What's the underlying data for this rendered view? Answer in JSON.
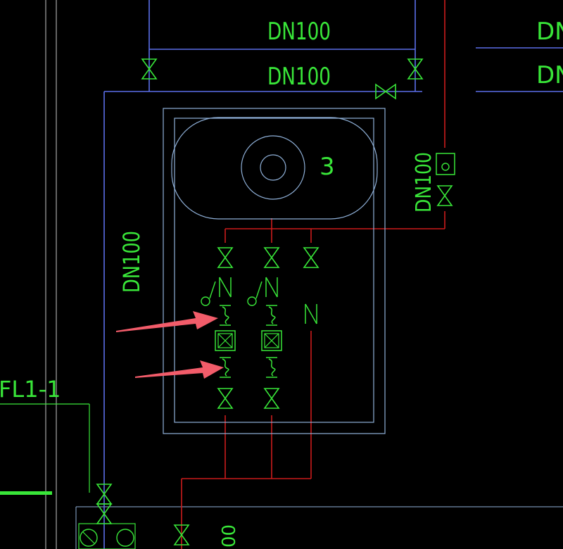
{
  "drawing": {
    "background": "#000000",
    "colors": {
      "blue_pipe": "#5b6ee8",
      "red_pipe": "#cc1b1b",
      "green_symbol": "#39e639",
      "outline": "#8fb0d8",
      "grid_line": "#c9c9c9",
      "arrow": "#f25c6a"
    },
    "labels": {
      "pipe_top_upper": "DN100",
      "pipe_top_lower": "DN100",
      "pipe_right_upper": "DN",
      "pipe_right_lower": "DN",
      "riser_left": "DN100",
      "riser_right": "DN100",
      "unit_number": "3",
      "left_tag": "FL1-1",
      "bottom_tag": "00"
    },
    "annotations": [
      {
        "icon": "arrow-icon",
        "points_to": "upper flexible connectors"
      },
      {
        "icon": "arrow-icon",
        "points_to": "lower flexible connectors"
      }
    ]
  }
}
